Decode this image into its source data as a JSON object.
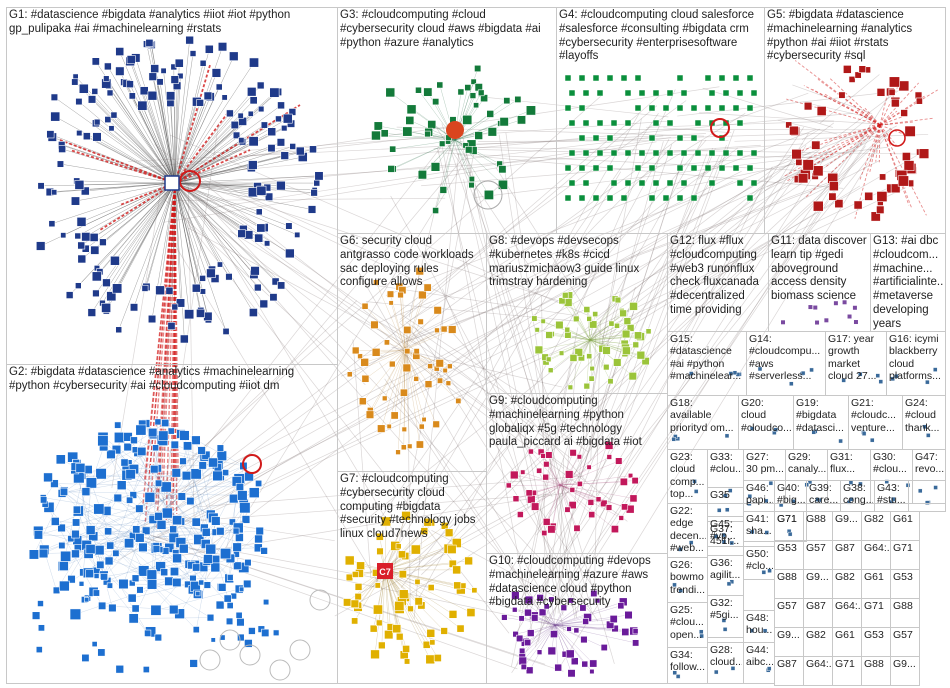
{
  "groups": [
    {
      "id": "G1",
      "label": "G1: #datascience #bigdata #analytics #iiot #iot #python\ngp_pulipaka #ai #machinelearning #rstats"
    },
    {
      "id": "G2",
      "label": "G2: #bigdata #datascience #analytics #machinelearning\n#python #cybersecurity #ai #cloudcomputing #iiot dm"
    },
    {
      "id": "G3",
      "label": "G3: #cloudcomputing #cloud\n#cybersecurity cloud #aws #bigdata #ai\n#python #azure #analytics"
    },
    {
      "id": "G4",
      "label": "G4: #cloudcomputing cloud salesforce\n#salesforce #consulting #bigdata crm\n#cybersecurity #enterprisesoftware\n#layoffs"
    },
    {
      "id": "G5",
      "label": "G5: #bigdata #datascience\n#machinelearning #analytics\n#python #ai #iiot #rstats\n#cybersecurity #sql"
    },
    {
      "id": "G6",
      "label": "G6: security cloud\nantgrasso code workloads\nsac deploying rules\nconfigure allows"
    },
    {
      "id": "G7",
      "label": "G7: #cloudcomputing\n#cybersecurity cloud\ncomputing #bigdata\n#security #technology jobs\nlinux cloud7news"
    },
    {
      "id": "G8",
      "label": "G8: #devops #devsecops\n#kubernetes #k8s #cicd\nmariuszmichaow3 guide linux\ntrimstray hardening"
    },
    {
      "id": "G9",
      "label": "G9: #cloudcomputing\n#machinelearning #python\nglobaliqx #5g #technology\npaula_piccard ai #bigdata #iot"
    },
    {
      "id": "G10",
      "label": "G10: #cloudcomputing #devops\n#machinelearning #azure #aws\n#datascience cloud #python\n#bigdata #cybersecurity"
    },
    {
      "id": "G11",
      "label": "G11: data discover\nlearn tip #gedi\naboveground\naccess density\nbiomass science"
    },
    {
      "id": "G12",
      "label": "G12: flux #flux\n#cloudcomputing\n#web3 runonflux\ncheck fluxcanada\n#decentralized\ntime providing"
    },
    {
      "id": "G13",
      "label": "G13: #ai dbc\n#cloudcom...\n#machine...\n#artificialinte...\n#metaverse\ndeveloping\nyears"
    },
    {
      "id": "G14",
      "label": "G14:\n#cloudcompu...\n#aws\n#serverless..."
    },
    {
      "id": "G15",
      "label": "G15:\n#datascience\n#ai #python\n#machinelear..."
    },
    {
      "id": "G16",
      "label": "G16: icymi\nblackberry\ncloud\nplatforms..."
    },
    {
      "id": "G17",
      "label": "G17: year\ngrowth\nmarket\ncloud 27..."
    },
    {
      "id": "G18",
      "label": "G18:\navailable\npriorityd om..."
    },
    {
      "id": "G19",
      "label": "G19:\n#bigdata\n#datasci..."
    },
    {
      "id": "G20",
      "label": "G20:\ncloud\n#cloudco..."
    },
    {
      "id": "G21",
      "label": "G21:\n#cloudc...\nventure..."
    },
    {
      "id": "G22",
      "label": "G22:\nedge\ndecen...\n#web..."
    },
    {
      "id": "G23",
      "label": "G23:\ncloud\ncomp...\ntop..."
    },
    {
      "id": "G24",
      "label": "G24:\n#cloud\nthank..."
    },
    {
      "id": "G25",
      "label": "G25:\n#clou...\nopen..."
    },
    {
      "id": "G26",
      "label": "G26:\nbowmo\ntrendi..."
    },
    {
      "id": "G27",
      "label": "G27:\n30 pm..."
    },
    {
      "id": "G28",
      "label": "G28:\ncloud..."
    },
    {
      "id": "G29",
      "label": "G29:\ncanaly..."
    },
    {
      "id": "G30",
      "label": "G30:\n#clou..."
    },
    {
      "id": "G31",
      "label": "G31:\nflux..."
    },
    {
      "id": "G32",
      "label": "G32:\n#5gi..."
    },
    {
      "id": "G33",
      "label": "G33:\n#clou..."
    },
    {
      "id": "G34",
      "label": "G34:\nfollow..."
    },
    {
      "id": "G35",
      "label": "G35"
    },
    {
      "id": "G36",
      "label": "G36:\nagilit..."
    },
    {
      "id": "G37",
      "label": "G37:\n451r..."
    },
    {
      "id": "G38",
      "label": "G38:\ncong..."
    },
    {
      "id": "G39",
      "label": "G39:\ncare..."
    },
    {
      "id": "G40",
      "label": "G40:\n#big..."
    },
    {
      "id": "G41",
      "label": "G41:\nsha..."
    },
    {
      "id": "G43",
      "label": "G43:\n#stu..."
    },
    {
      "id": "G44",
      "label": "G44:\naibc..."
    },
    {
      "id": "G45",
      "label": "G45:\n#vp..."
    },
    {
      "id": "G46",
      "label": "G46:\npapi..."
    },
    {
      "id": "G47",
      "label": "G47:\nrevo..."
    },
    {
      "id": "G48",
      "label": "G48:\nhou..."
    },
    {
      "id": "G50",
      "label": "G50:\n#clo..."
    },
    {
      "id": "G53",
      "label": "G53"
    },
    {
      "id": "G57",
      "label": "G57"
    },
    {
      "id": "G61",
      "label": "G61"
    },
    {
      "id": "G64",
      "label": "G64:..."
    },
    {
      "id": "G71",
      "label": "G71"
    },
    {
      "id": "G82",
      "label": "G82"
    },
    {
      "id": "G87",
      "label": "G87"
    },
    {
      "id": "G88",
      "label": "G88"
    },
    {
      "id": "G9x",
      "label": "G9..."
    }
  ],
  "hub_labels": {
    "g7_hub": "C7"
  },
  "colors": {
    "edge": "#7a6a6a",
    "edge_red": "#d11a1a",
    "g1_node": "#1f3a8a",
    "g2_node": "#1d6fd0",
    "g3_node": "#137a3a",
    "g4_node": "#0a8f3c",
    "g5_node": "#b01818",
    "g6_node": "#d98a1c",
    "g7_node": "#e0b000",
    "g8_node": "#9bc43a",
    "g9_node": "#c2185b",
    "g10_node": "#6a1b9a",
    "border": "#c8c8c8"
  }
}
